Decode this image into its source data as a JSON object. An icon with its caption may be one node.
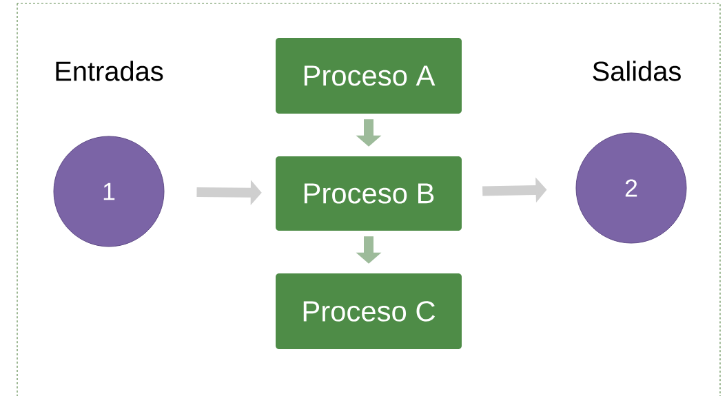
{
  "diagram": {
    "nodes": [
      {
        "text": [
          "1"
        ]
      },
      {
        "text": [
          "Proceso A"
        ]
      },
      {
        "text": [
          "Proceso B"
        ]
      },
      {
        "text": [
          "Proceso C"
        ]
      },
      {
        "text": [
          "2"
        ]
      }
    ],
    "edges": [
      {
        "from": 0,
        "to": 2,
        "arrow": "to",
        "color": "#cfcfcf"
      },
      {
        "from": 1,
        "to": 2,
        "arrow": "to",
        "color": "#9dbb9a"
      },
      {
        "from": 2,
        "to": 3,
        "arrow": "to",
        "color": "#9dbb9a"
      },
      {
        "from": 2,
        "to": 4,
        "arrow": "to",
        "color": "#cfcfcf"
      }
    ],
    "labels": [
      "Entradas",
      "Salidas"
    ]
  }
}
